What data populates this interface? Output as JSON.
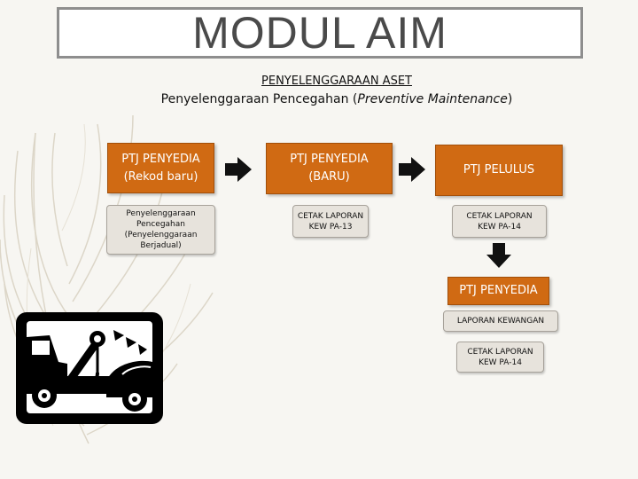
{
  "title": "MODUL AIM",
  "heading": {
    "line1": "PENYELENGGARAAN ASET",
    "line2_prefix": "Penyelenggaraan Pencegahan (",
    "line2_italic": "Preventive Maintenance",
    "line2_suffix": ")"
  },
  "steps": [
    {
      "box": "PTJ PENYEDIA\n(Rekod baru)",
      "sub": "Penyelenggaraan\nPencegahan\n(Penyelenggaraan\nBerjadual)"
    },
    {
      "box": "PTJ PENYEDIA\n(BARU)",
      "sub": "CETAK LAPORAN\nKEW PA-13"
    },
    {
      "box": "PTJ PELULUS",
      "sub": "CETAK LAPORAN\nKEW PA-14"
    }
  ],
  "final": {
    "box": "PTJ PENYEDIA",
    "sub1": "LAPORAN KEWANGAN",
    "sub2": "CETAK LAPORAN\nKEW PA-14"
  },
  "colors": {
    "orange": "#d06a13",
    "grey_box": "#e7e3dc",
    "arrow": "#111111"
  },
  "icons": [
    "feather-decoration",
    "tow-truck-icon",
    "right-arrow-icon",
    "down-arrow-icon"
  ]
}
